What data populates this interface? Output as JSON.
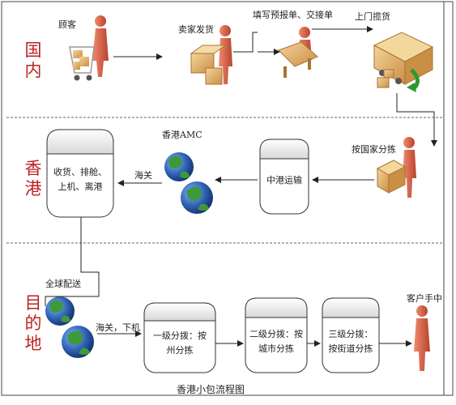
{
  "regions": {
    "domestic": "国内",
    "hongkong": "香港",
    "destination": "目的地"
  },
  "steps": {
    "customer": "顾客",
    "seller_ships": "卖家发货",
    "fill_forms": "填写预报单、交接单",
    "pickup": "上门揽货",
    "sort_by_country": "按国家分拣",
    "cn_hk_transport": "中港运输",
    "customs_hk": "海关",
    "hk_amc": "香港AMC",
    "hk_ops": "收货、排舱、上机、离港",
    "global_delivery": "全球配送",
    "customs_unload": "海关，下机",
    "sort_level1": "一级分拨：按州分拣",
    "sort_level2": "二级分拨：按城市分拣",
    "sort_level3": "三级分拨：按街道分拣",
    "customer_hand": "客户手中"
  },
  "caption": "香港小包流程图",
  "colors": {
    "region_text": "#b22222",
    "person_body": "#d95f4a",
    "box": "#e9b96e",
    "globe_land": "#3d9a3a",
    "globe_sea": "#2f5fb0"
  }
}
